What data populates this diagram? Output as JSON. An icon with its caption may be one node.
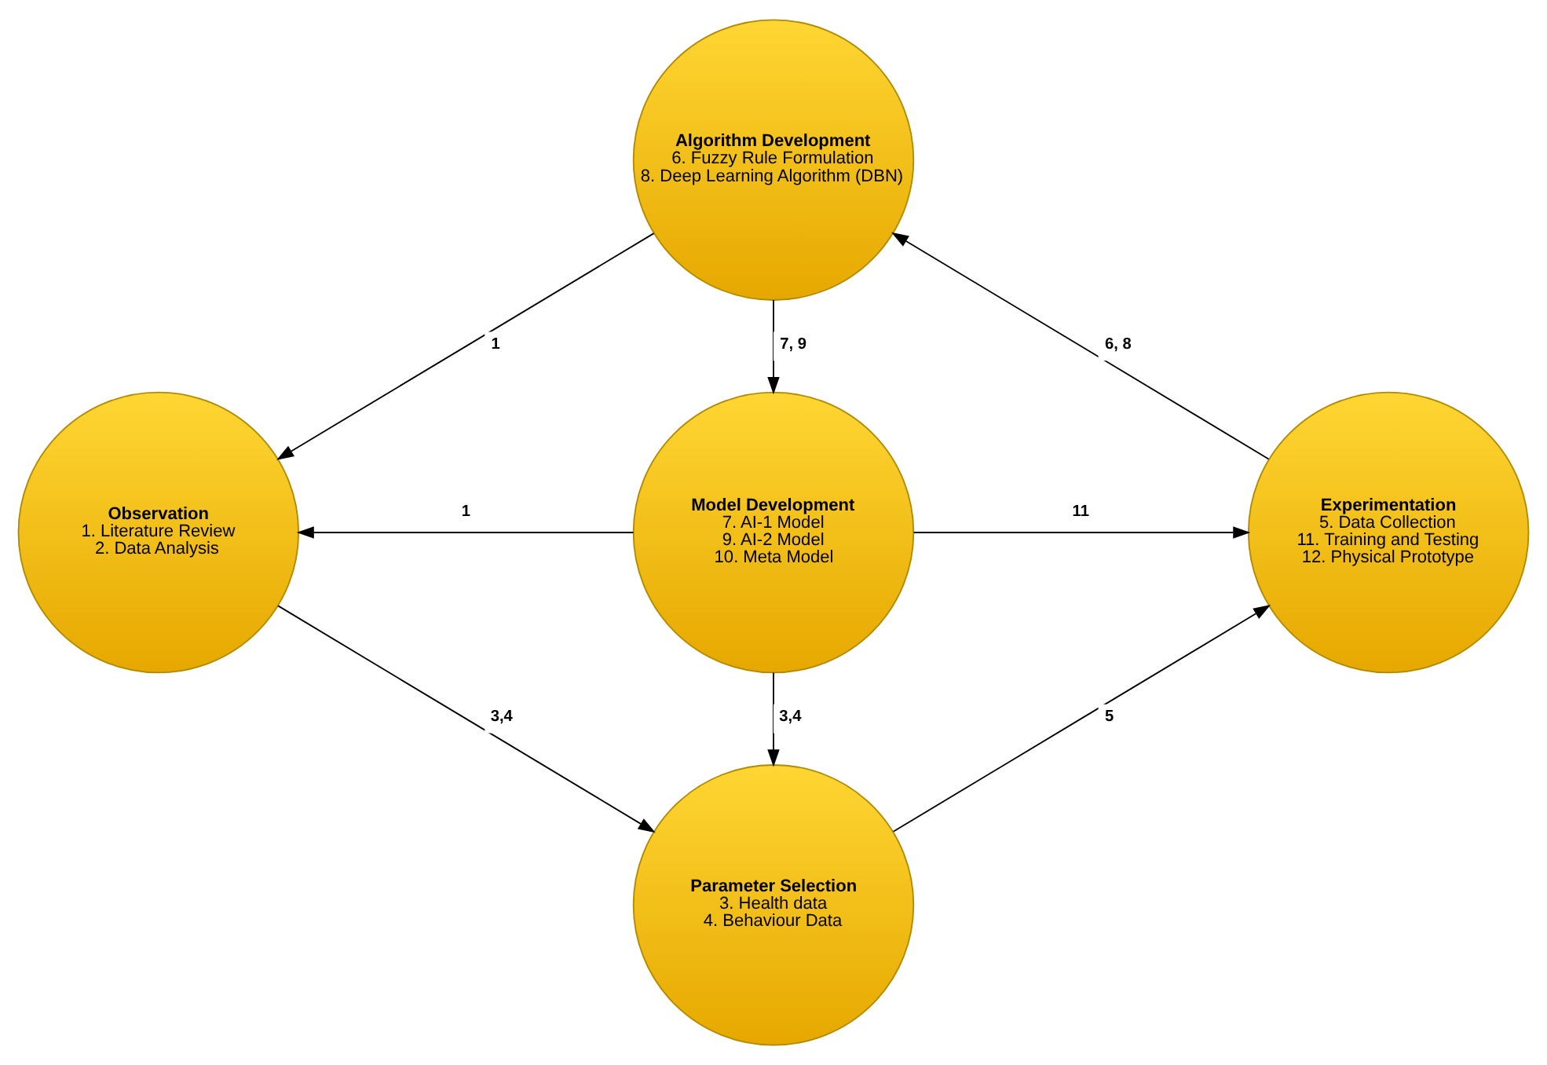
{
  "diagram": {
    "nodes": [
      {
        "text": [
          "Algorithm Development",
          "6. Fuzzy Rule Formulation",
          "8. Deep Learning Algorithm (DBN)"
        ]
      },
      {
        "text": [
          "Observation",
          "1. Literature Review",
          "2. Data Analysis"
        ]
      },
      {
        "text": [
          "Model Development",
          "7. AI-1 Model",
          "9. AI-2 Model",
          "10. Meta Model"
        ]
      },
      {
        "text": [
          "Experimentation",
          "5. Data Collection",
          "11. Training and Testing",
          "12. Physical Prototype"
        ]
      },
      {
        "text": [
          "Parameter Selection",
          "3. Health data",
          "4. Behaviour Data"
        ]
      }
    ],
    "edges": [
      {
        "from": 0,
        "to": 1,
        "arrow": "to",
        "label": "1"
      },
      {
        "from": 0,
        "to": 2,
        "arrow": "to",
        "label": "7, 9"
      },
      {
        "from": 3,
        "to": 0,
        "arrow": "to",
        "label": "6, 8"
      },
      {
        "from": 2,
        "to": 1,
        "arrow": "to",
        "label": "1"
      },
      {
        "from": 2,
        "to": 3,
        "arrow": "to",
        "label": "11"
      },
      {
        "from": 2,
        "to": 4,
        "arrow": "to",
        "label": "3,4"
      },
      {
        "from": 1,
        "to": 4,
        "arrow": "to",
        "label": "3,4"
      },
      {
        "from": 4,
        "to": 3,
        "arrow": "to",
        "label": "5"
      }
    ]
  }
}
